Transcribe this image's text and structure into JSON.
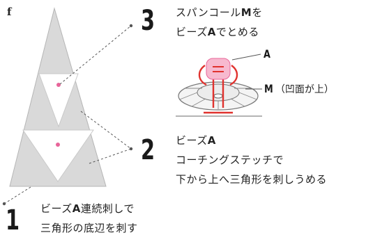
{
  "figure_letter": "f",
  "steps": [
    {
      "number": "3",
      "line1_before": "スパンコール",
      "line1_letter": "M",
      "line1_after": "を",
      "line2_before": "ビーズ",
      "line2_letter": "A",
      "line2_after": "でとめる"
    },
    {
      "number": "2",
      "line1_before": "ビーズ",
      "line1_letter": "A",
      "line1_after": "",
      "line2": "コーチングステッチで",
      "line3": "下から上へ三角形を刺しうめる"
    },
    {
      "number": "1",
      "line1_before": "ビーズ",
      "line1_letter": "A",
      "line1_after": "連続刺しで",
      "line2": "三角形の底辺を刺す"
    }
  ],
  "callouts": {
    "bead_label": "A",
    "sequin_label": "M",
    "sequin_note": "（凹面が上）"
  },
  "colors": {
    "triangle_fill": "#d9d9d9",
    "triangle_stroke": "#b5b5b5",
    "inner_fill": "#ffffff",
    "bead_dot": "#e8659a",
    "bead_fill": "#f7b9cf",
    "thread_red": "#e0322e",
    "line_gray": "#555555"
  }
}
